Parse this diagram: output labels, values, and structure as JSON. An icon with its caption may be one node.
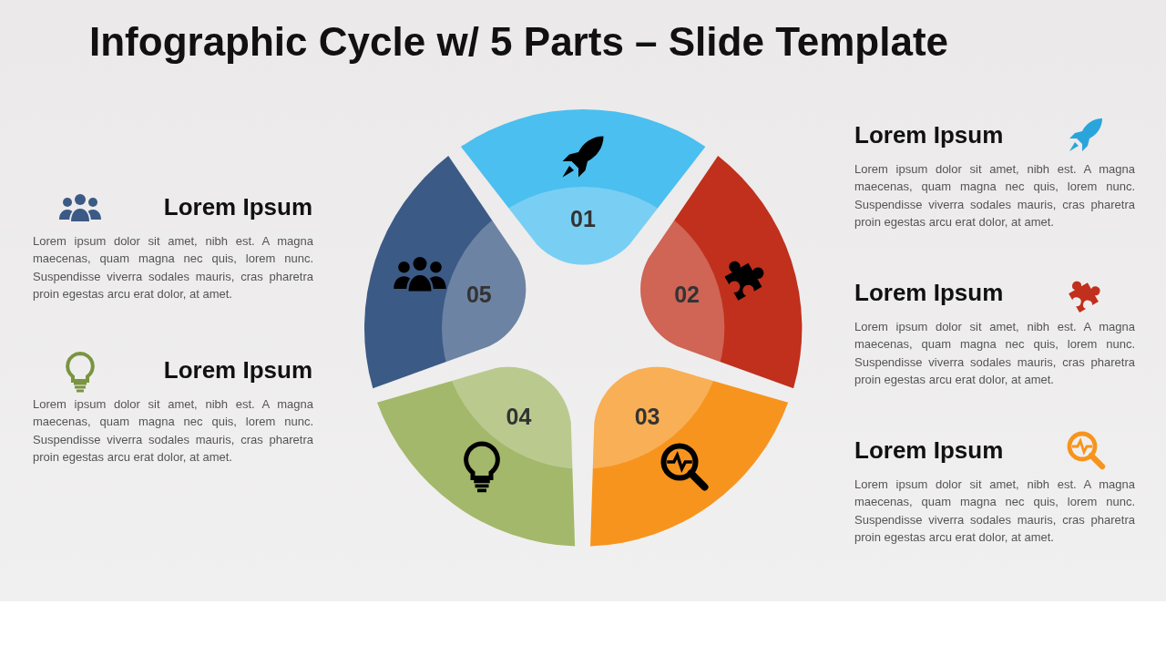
{
  "diagram": {
    "title": "Infographic Cycle w/ 5 Parts – Slide Template",
    "nodes": [
      {
        "text": [
          "01"
        ]
      },
      {
        "text": [
          "02"
        ]
      },
      {
        "text": [
          "03"
        ]
      },
      {
        "text": [
          "04"
        ]
      },
      {
        "text": [
          "05"
        ]
      }
    ],
    "labels": [
      "Lorem Ipsum",
      "Lorem ipsum dolor sit amet, nibh est. A magna maecenas, quam magna nec quis, lorem nunc. Suspendisse viverra sodales mauris, cras pharetra proin egestas arcu erat dolor, at amet.",
      "Lorem Ipsum",
      "Lorem ipsum dolor sit amet, nibh est. A magna maecenas, quam magna nec quis, lorem nunc. Suspendisse viverra sodales mauris, cras pharetra proin egestas arcu erat dolor, at amet.",
      "Lorem Ipsum",
      "Lorem ipsum dolor sit amet, nibh est. A magna maecenas, quam magna nec quis, lorem nunc. Suspendisse viverra sodales mauris, cras pharetra proin egestas arcu erat dolor, at amet.",
      "Lorem Ipsum",
      "Lorem ipsum dolor sit amet, nibh est. A magna maecenas, quam magna nec quis, lorem nunc. Suspendisse viverra sodales mauris, cras pharetra proin egestas arcu erat dolor, at amet.",
      "Lorem Ipsum",
      "Lorem ipsum dolor sit amet, nibh est. A magna maecenas, quam magna nec quis, lorem nunc. Suspendisse viverra sodales mauris, cras pharetra proin egestas arcu erat dolor, at amet."
    ]
  }
}
